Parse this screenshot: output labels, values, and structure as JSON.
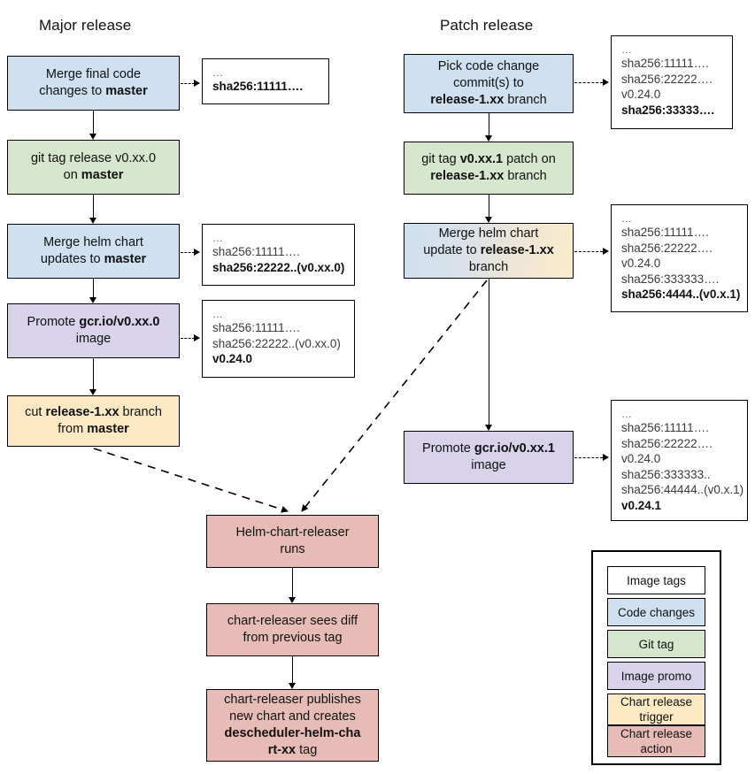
{
  "diagram": {
    "columns": [
      {
        "id": "major",
        "title": "Major release"
      },
      {
        "id": "patch",
        "title": "Patch release"
      }
    ],
    "major_nodes": [
      {
        "id": "merge-final-code",
        "type": "code-changes",
        "html": "Merge final code<br>changes to <b>master</b>"
      },
      {
        "id": "git-tag-release",
        "type": "git-tag",
        "html": "git tag release v0.xx.0<br>on <b>master</b>"
      },
      {
        "id": "merge-helm-master",
        "type": "code-changes",
        "html": "Merge helm chart<br>updates to <b>master</b>"
      },
      {
        "id": "promote-image-0",
        "type": "image-promo",
        "html": "Promote <b>gcr.io/v0.xx.0</b><br>image"
      },
      {
        "id": "cut-release-branch",
        "type": "chart-release-trigger",
        "html": "cut <b>release-1.xx</b> branch<br>from <b>master</b>"
      }
    ],
    "patch_nodes": [
      {
        "id": "pick-code-change",
        "type": "code-changes",
        "html": "Pick code change<br>commit(s) to<br><b>release-1.xx</b> branch"
      },
      {
        "id": "git-tag-patch",
        "type": "git-tag",
        "html": "git tag <b>v0.xx.1</b> patch on<br><b>release-1.xx</b> branch"
      },
      {
        "id": "merge-helm-branch",
        "type": "chart-release-trigger",
        "html": "Merge helm chart<br>update to <b>release-1.xx</b><br>branch"
      },
      {
        "id": "promote-image-1",
        "type": "image-promo",
        "html": "Promote <b>gcr.io/v0.xx.1</b><br>image"
      }
    ],
    "bottom_nodes": [
      {
        "id": "helm-chart-releaser-runs",
        "type": "chart-release-action",
        "html": "Helm-chart-releaser<br>runs"
      },
      {
        "id": "chart-releaser-diff",
        "type": "chart-release-action",
        "html": "chart-releaser sees diff<br>from previous tag"
      },
      {
        "id": "chart-releaser-publishes",
        "type": "chart-release-action",
        "html": "chart-releaser publishes<br>new chart and creates<br><b>descheduler-helm-cha</b><br><b>rt-xx</b> tag"
      }
    ],
    "tag_boxes": [
      {
        "id": "tags-after-merge-final-code",
        "lines": [
          {
            "text": "…",
            "bold": false,
            "dots": true
          },
          {
            "text": "sha256:11111….",
            "bold": true
          }
        ]
      },
      {
        "id": "tags-after-merge-helm-master",
        "lines": [
          {
            "text": "…",
            "bold": false,
            "dots": true
          },
          {
            "text": "sha256:11111….",
            "bold": false
          },
          {
            "text": "sha256:22222..(v0.xx.0)",
            "bold": true
          }
        ]
      },
      {
        "id": "tags-after-promote-image-0",
        "lines": [
          {
            "text": "…",
            "bold": false,
            "dots": true
          },
          {
            "text": "sha256:11111….",
            "bold": false
          },
          {
            "text": "sha256:22222..(v0.xx.0)",
            "bold": false
          },
          {
            "text": "v0.24.0",
            "bold": true
          }
        ]
      },
      {
        "id": "tags-after-pick-code-change",
        "lines": [
          {
            "text": "…",
            "bold": false,
            "dots": true
          },
          {
            "text": "sha256:11111….",
            "bold": false
          },
          {
            "text": "sha256:22222….",
            "bold": false
          },
          {
            "text": "v0.24.0",
            "bold": false
          },
          {
            "text": "sha256:33333….",
            "bold": true
          }
        ]
      },
      {
        "id": "tags-after-merge-helm-branch",
        "lines": [
          {
            "text": "…",
            "bold": false,
            "dots": true
          },
          {
            "text": "sha256:11111….",
            "bold": false
          },
          {
            "text": "sha256:22222….",
            "bold": false
          },
          {
            "text": "v0.24.0",
            "bold": false
          },
          {
            "text": "sha256:333333….",
            "bold": false
          },
          {
            "text": "sha256:4444..(v0.x.1)",
            "bold": true
          }
        ]
      },
      {
        "id": "tags-after-promote-image-1",
        "lines": [
          {
            "text": "…",
            "bold": false,
            "dots": true
          },
          {
            "text": "sha256:11111….",
            "bold": false
          },
          {
            "text": "sha256:22222….",
            "bold": false
          },
          {
            "text": "v0.24.0",
            "bold": false
          },
          {
            "text": "sha256:333333..",
            "bold": false
          },
          {
            "text": "sha256:44444..(v0.x.1)",
            "bold": false
          },
          {
            "text": "v0.24.1",
            "bold": true
          }
        ]
      }
    ],
    "legend": {
      "items": [
        {
          "id": "image-tags",
          "label": "Image tags",
          "color": "#ffffff"
        },
        {
          "id": "code-changes",
          "label": "Code changes",
          "color": "#cfe0f0"
        },
        {
          "id": "git-tag",
          "label": "Git tag",
          "color": "#d7e7cd"
        },
        {
          "id": "image-promo",
          "label": "Image promo",
          "color": "#d8d2ea"
        },
        {
          "id": "chart-release-trigger",
          "label": "Chart release trigger",
          "color": "#fdeac4"
        },
        {
          "id": "chart-release-action",
          "label": "Chart release action",
          "color": "#e8bcb6"
        }
      ]
    },
    "colors": {
      "code_changes": "#cfe0f0",
      "git_tag": "#d7e7cd",
      "image_promo": "#d8d2ea",
      "chart_release_trigger": "#fdeac4",
      "chart_release_action": "#e8bcb6",
      "image_tags": "#ffffff",
      "stroke": "#000000"
    }
  }
}
